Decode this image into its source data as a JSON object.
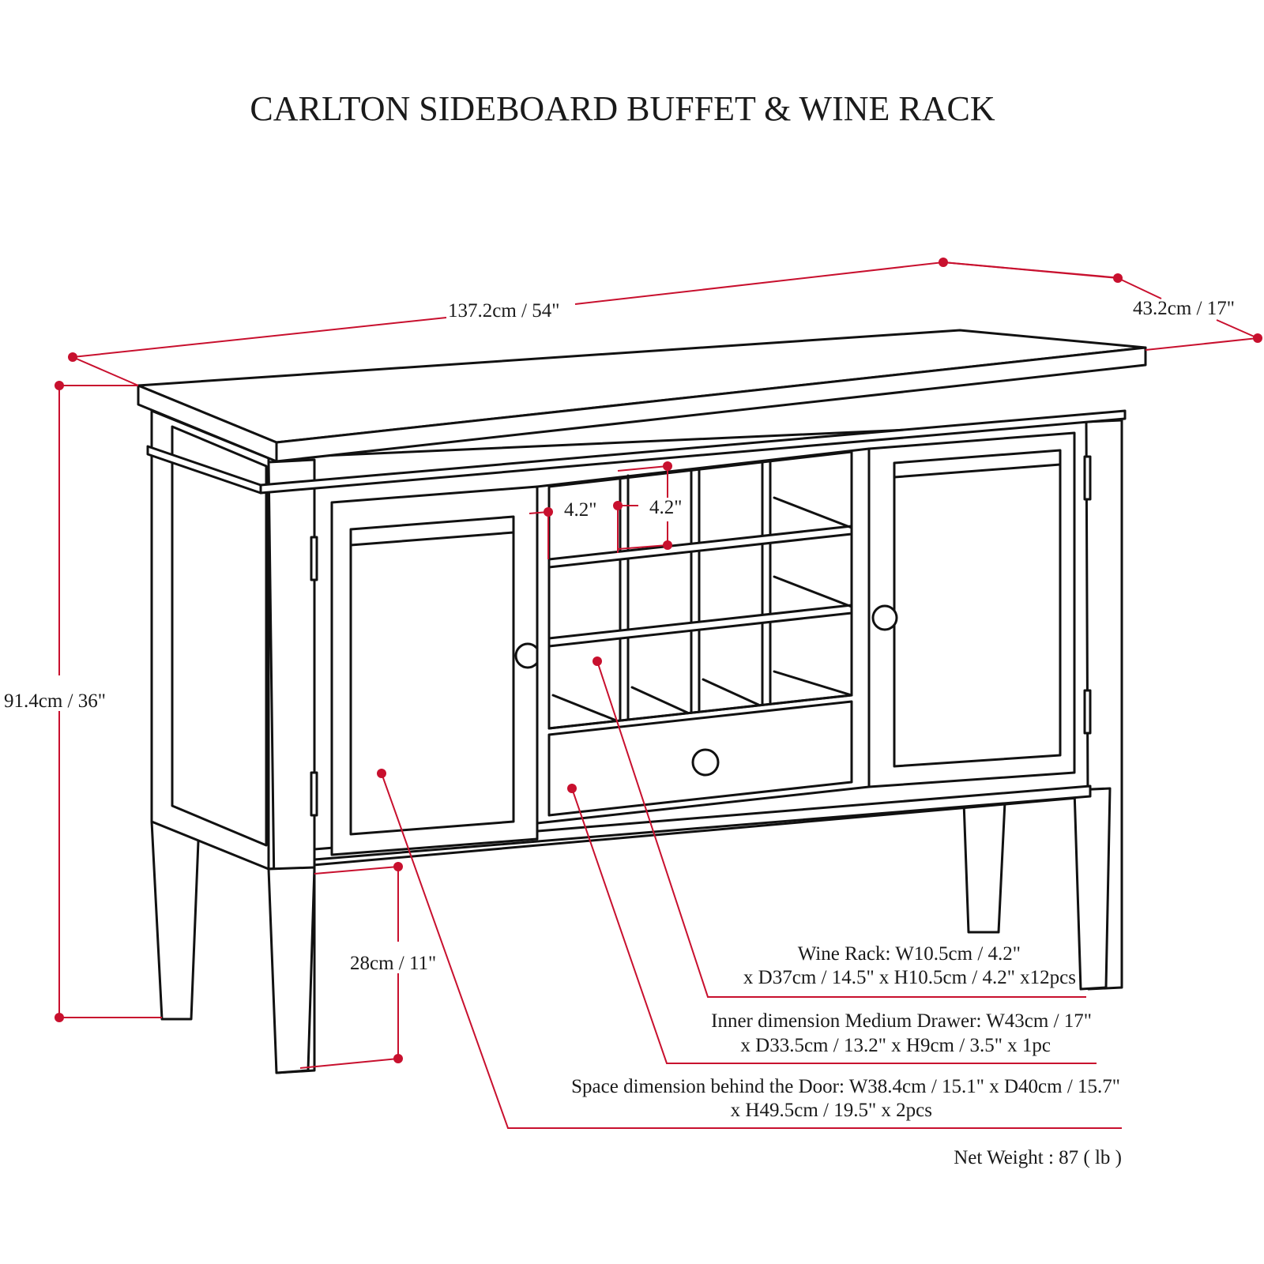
{
  "title": "CARLTON SIDEBOARD BUFFET & WINE RACK",
  "dimensions": {
    "width": "137.2cm / 54\"",
    "depth": "43.2cm / 17\"",
    "height": "91.4cm / 36\"",
    "clearance": "28cm / 11\"",
    "cell_width": "4.2\"",
    "cell_height": "4.2\""
  },
  "notes": {
    "wine_rack": [
      "Wine Rack: W10.5cm / 4.2\"",
      "x D37cm / 14.5\" x H10.5cm / 4.2\" x12pcs"
    ],
    "drawer": [
      "Inner dimension Medium Drawer: W43cm / 17\"",
      "x D33.5cm / 13.2\" x H9cm / 3.5\" x 1pc"
    ],
    "door_space": [
      "Space dimension behind the Door:  W38.4cm / 15.1\" x D40cm / 15.7\"",
      "x H49.5cm / 19.5\" x 2pcs"
    ]
  },
  "net_weight": "Net Weight : 87 ( lb )",
  "colors": {
    "dimension_line": "#c8102e",
    "drawing_line": "#111111",
    "background": "#ffffff"
  }
}
